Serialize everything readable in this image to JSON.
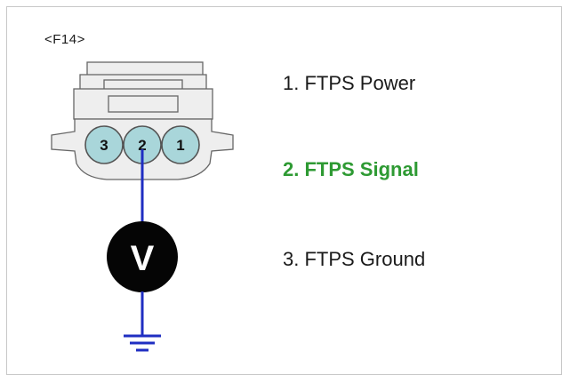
{
  "connector": {
    "id": "<F14>",
    "pins": [
      {
        "number": "3"
      },
      {
        "number": "2"
      },
      {
        "number": "1"
      }
    ]
  },
  "meter": {
    "symbol": "V",
    "probe_pin": "2"
  },
  "pin_labels": [
    {
      "text": "1. FTPS Power",
      "color": "#1a1a1a"
    },
    {
      "text": "2. FTPS Signal",
      "color": "#2e9a33"
    },
    {
      "text": "3. FTPS Ground",
      "color": "#1a1a1a"
    }
  ],
  "colors": {
    "pin_fill": "#a9d6da",
    "wire": "#1f2ec2",
    "meter_body": "#050505",
    "connector_fill": "#eeeeee",
    "highlight": "#2e9a33"
  }
}
